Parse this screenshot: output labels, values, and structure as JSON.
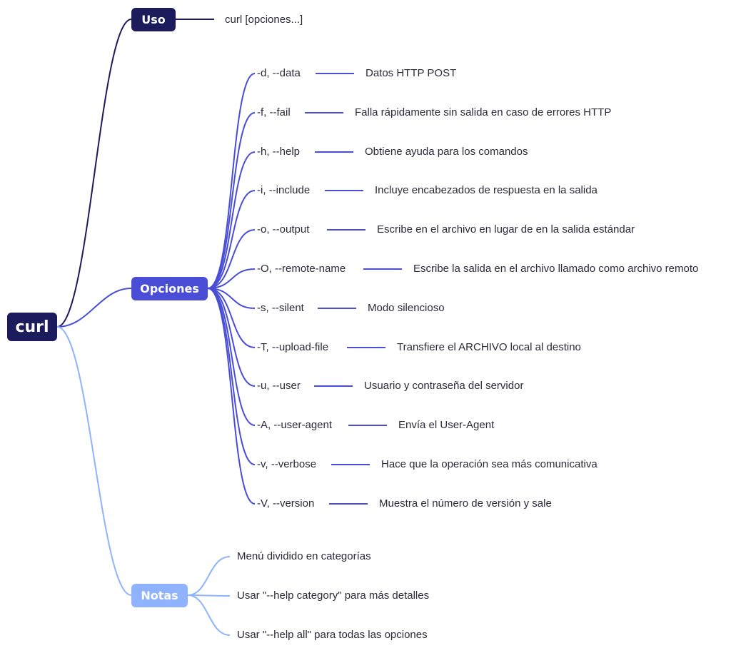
{
  "root": {
    "label": "curl"
  },
  "branches": {
    "uso": {
      "label": "Uso",
      "color": "#1c1b5c",
      "items": [
        "curl [opciones...]"
      ]
    },
    "opciones": {
      "label": "Opciones",
      "color": "#4a4ed6",
      "items": [
        {
          "flag": "-d, --data",
          "desc": "Datos HTTP POST"
        },
        {
          "flag": "-f, --fail",
          "desc": "Falla rápidamente sin salida en caso de errores HTTP"
        },
        {
          "flag": "-h, --help",
          "desc": "Obtiene ayuda para los comandos"
        },
        {
          "flag": "-i, --include",
          "desc": "Incluye encabezados de respuesta en la salida"
        },
        {
          "flag": "-o, --output",
          "desc": "Escribe en el archivo en lugar de en la salida estándar"
        },
        {
          "flag": "-O, --remote-name",
          "desc": "Escribe la salida en el archivo llamado como archivo remoto"
        },
        {
          "flag": "-s, --silent",
          "desc": "Modo silencioso"
        },
        {
          "flag": "-T, --upload-file",
          "desc": "Transfiere el ARCHIVO local al destino"
        },
        {
          "flag": "-u, --user",
          "desc": "Usuario y contraseña del servidor"
        },
        {
          "flag": "-A, --user-agent",
          "desc": "Envía el User-Agent"
        },
        {
          "flag": "-v, --verbose",
          "desc": "Hace que la operación sea más comunicativa"
        },
        {
          "flag": "-V, --version",
          "desc": "Muestra el número de versión y sale"
        }
      ]
    },
    "notas": {
      "label": "Notas",
      "color": "#8fb3ff",
      "items": [
        "Menú dividido en categorías",
        "Usar \"--help category\" para más detalles",
        "Usar \"--help all\" para todas las opciones"
      ]
    }
  }
}
